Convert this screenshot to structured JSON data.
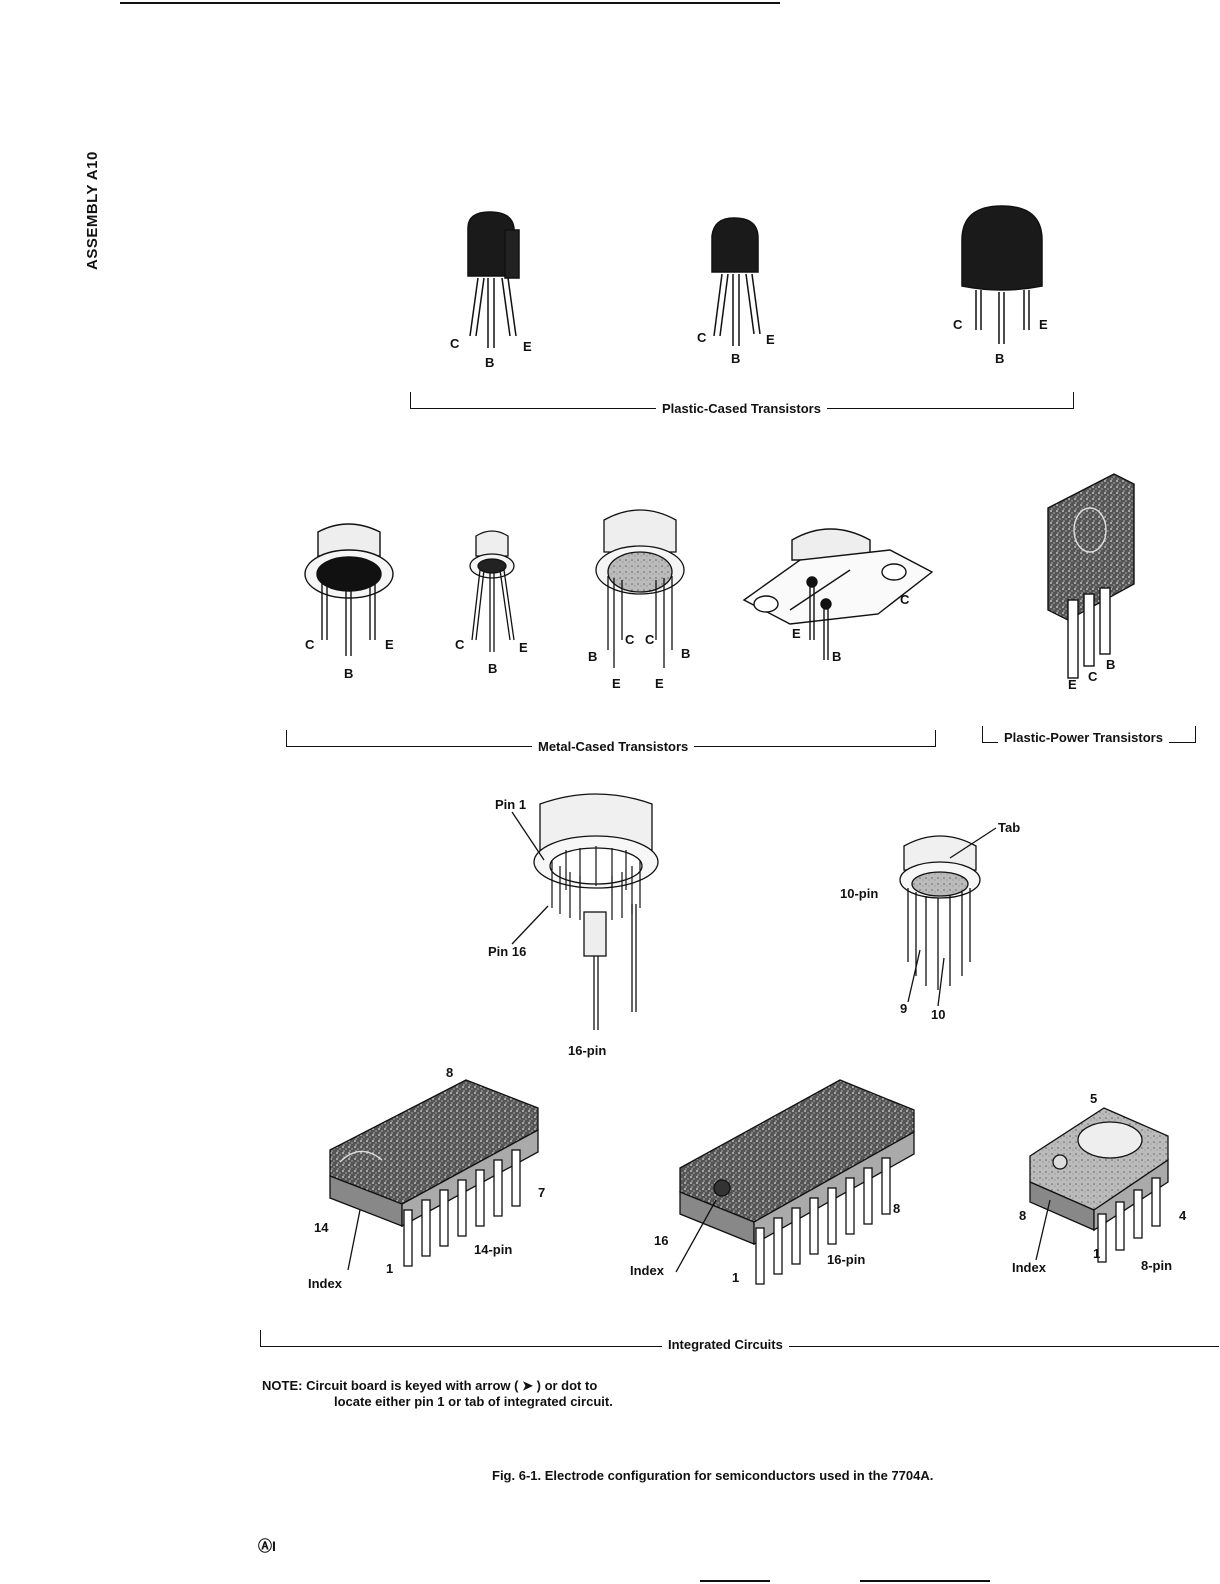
{
  "side_label": "ASSEMBLY A10",
  "sections": {
    "plastic_cased": "Plastic-Cased Transistors",
    "metal_cased": "Metal-Cased Transistors",
    "plastic_power": "Plastic-Power Transistors",
    "integrated": "Integrated Circuits"
  },
  "leads": {
    "c": "C",
    "b": "B",
    "e": "E"
  },
  "ic_labels": {
    "pin1": "Pin 1",
    "pin16": "Pin 16",
    "sixteen_pin": "16-pin",
    "tab": "Tab",
    "ten_pin": "10-pin",
    "nine": "9",
    "ten": "10",
    "fourteen_pin": "14-pin",
    "eight_pin": "8-pin",
    "index": "Index",
    "n1": "1",
    "n4": "4",
    "n5": "5",
    "n7": "7",
    "n8": "8",
    "n14": "14",
    "n16": "16"
  },
  "note": {
    "prefix": "NOTE:",
    "line1": "Circuit board is keyed with arrow (",
    "arrow": "➤",
    "line1_end": ") or dot to",
    "line2": "locate either pin 1 or tab of integrated circuit."
  },
  "caption": "Fig. 6-1.  Electrode configuration for semiconductors used in the 7704A.",
  "footer_mark": "ⒶI"
}
